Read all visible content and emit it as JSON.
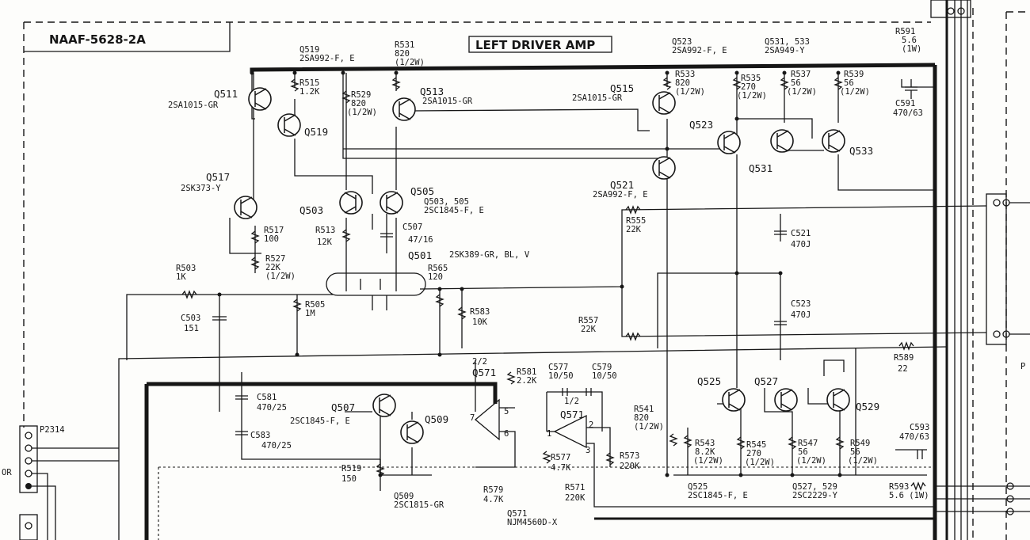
{
  "header": {
    "board_id": "NAAF-5628-2A",
    "section_title": "LEFT DRIVER AMP"
  },
  "transistors": {
    "q511": "Q511",
    "q513": "Q513",
    "q515": "Q515",
    "q517": "Q517",
    "q519": "Q519",
    "q521": "Q521",
    "q523": "Q523",
    "q531": "Q531",
    "q533": "Q533",
    "q503": "Q503",
    "q505": "Q505",
    "q501": "Q501",
    "q507": "Q507",
    "q509": "Q509",
    "q525": "Q525",
    "q527": "Q527",
    "q529": "Q529",
    "q571": "Q571",
    "q571b": "Q571"
  },
  "part_labels": {
    "q511_part": "2SA1015-GR",
    "q513_part": "2SA1015-GR",
    "q515_part": "2SA1015-GR",
    "q517_part": "2SK373-Y",
    "q519_hdr": "Q519",
    "q519_part": "2SA992-F, E",
    "q521_part": "2SA992-F, E",
    "q523_hdr": "Q523",
    "q523_part": "2SA992-F, E",
    "q531_hdr": "Q531, 533",
    "q531_part": "2SA949-Y",
    "q503_hdr": "Q503, 505",
    "q503_part": "2SC1845-F, E",
    "q501_part": "2SK389-GR, BL, V",
    "q507_part": "2SC1845-F, E",
    "q509_hdr": "Q509",
    "q509_part": "2SC1815-GR",
    "q525_hdr": "Q525",
    "q525_part": "2SC1845-F, E",
    "q527_hdr": "Q527, 529",
    "q527_part": "2SC2229-Y",
    "q571_hdr": "Q571",
    "q571_part": "NJM4560D-X",
    "q571_sec_a": "2/2",
    "q571_sec_b": "1/2"
  },
  "resistors": {
    "r531": [
      "R531",
      "820",
      "(1/2W)"
    ],
    "r515": [
      "R515",
      "1.2K"
    ],
    "r529": [
      "R529",
      "820",
      "(1/2W)"
    ],
    "r533": [
      "R533",
      "820",
      "(1/2W)"
    ],
    "r535": [
      "R535",
      "270",
      "(1/2W)"
    ],
    "r537": [
      "R537",
      "56",
      "(1/2W)"
    ],
    "r539": [
      "R539",
      "56",
      "(1/2W)"
    ],
    "r591": [
      "R591",
      "5.6",
      "(1W)"
    ],
    "r517": [
      "R517",
      "100"
    ],
    "r513": [
      "R513",
      "12K"
    ],
    "r527": [
      "R527",
      "22K",
      "(1/2W)"
    ],
    "r503": [
      "R503",
      "1K"
    ],
    "r565": [
      "R565",
      "120"
    ],
    "r505": [
      "R505",
      "1M"
    ],
    "r583": [
      "R583",
      "10K"
    ],
    "r555": [
      "R555",
      "22K"
    ],
    "r557": [
      "R557",
      "22K"
    ],
    "r589": [
      "R589",
      "22"
    ],
    "r581": [
      "R581",
      "2.2K"
    ],
    "r541": [
      "R541",
      "820",
      "(1/2W)"
    ],
    "r543": [
      "R543",
      "8.2K",
      "(1/2W)"
    ],
    "r545": [
      "R545",
      "270",
      "(1/2W)"
    ],
    "r547": [
      "R547",
      "56",
      "(1/2W)"
    ],
    "r549": [
      "R549",
      "56",
      "(1/2W)"
    ],
    "r577": [
      "R577",
      "4.7K"
    ],
    "r573": [
      "R573",
      "220K"
    ],
    "r519": [
      "R519",
      "150"
    ],
    "r579": [
      "R579",
      "4.7K"
    ],
    "r571": [
      "R571",
      "220K"
    ],
    "r593": [
      "R593",
      "5.6 (1W)"
    ]
  },
  "capacitors": {
    "c591": [
      "C591",
      "470/63"
    ],
    "c507": [
      "C507",
      "47/16"
    ],
    "c521": [
      "C521",
      "470J"
    ],
    "c523": [
      "C523",
      "470J"
    ],
    "c503": [
      "C503",
      "151"
    ],
    "c577": [
      "C577",
      "10/50"
    ],
    "c579": [
      "C579",
      "10/50"
    ],
    "c581": [
      "C581",
      "470/25"
    ],
    "c583": [
      "C583",
      "470/25"
    ],
    "c593": [
      "C593",
      "470/63"
    ]
  },
  "connectors": {
    "p2314": "P2314",
    "edge_left": "OR",
    "edge_right": "P"
  },
  "opamp_pins": {
    "p1": "1",
    "p2": "2",
    "p3": "3",
    "p5": "5",
    "p6": "6",
    "p7": "7"
  },
  "colors": {
    "ink": "#161616",
    "paper": "#fdfdfb"
  }
}
